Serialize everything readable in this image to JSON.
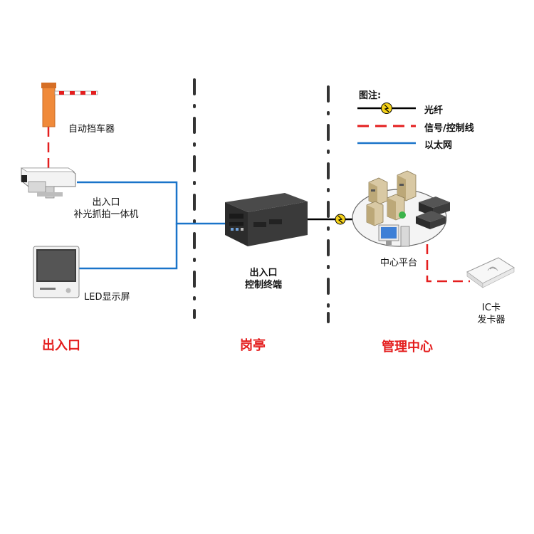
{
  "legend": {
    "title": "图注:",
    "items": [
      {
        "label": "光纤",
        "style": "fiber",
        "color": "#000000"
      },
      {
        "label": "信号/控制线",
        "style": "dashed",
        "color": "#e41e1e"
      },
      {
        "label": "以太网",
        "style": "solid",
        "color": "#1a74c9"
      }
    ]
  },
  "devices": {
    "barrier": "自动挡车器",
    "camera_line1": "出入口",
    "camera_line2": "补光抓拍一体机",
    "led": "LED显示屏",
    "terminal_line1": "出入口",
    "terminal_line2": "控制终端",
    "platform": "中心平台",
    "ic_line1": "IC卡",
    "ic_line2": "发卡器"
  },
  "zones": {
    "entrance": "出入口",
    "booth": "岗亭",
    "center": "管理中心"
  },
  "colors": {
    "ethernet": "#1a74c9",
    "signal": "#e41e1e",
    "fiber": "#000000",
    "zone_text": "#e41e1e"
  }
}
